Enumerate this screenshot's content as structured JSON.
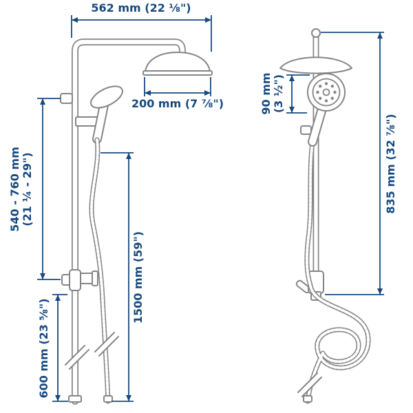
{
  "colors": {
    "dim": "#17497E",
    "product": "#858585"
  },
  "dimensions": {
    "top_width": "562 mm (22 ⅛\")",
    "head_width": "200 mm (7 ⅞\")",
    "bracket_range_mm": "540 - 760 mm",
    "bracket_range_in": "(21 ¼ - 29\")",
    "riser_bottom": "600 mm (23 ⅝\")",
    "hose_length": "1500 mm (59\")",
    "hand_shower_mm": "90 mm",
    "hand_shower_in": "(3 ½\")",
    "rail_height": "835 mm (32 ⅞\")"
  }
}
